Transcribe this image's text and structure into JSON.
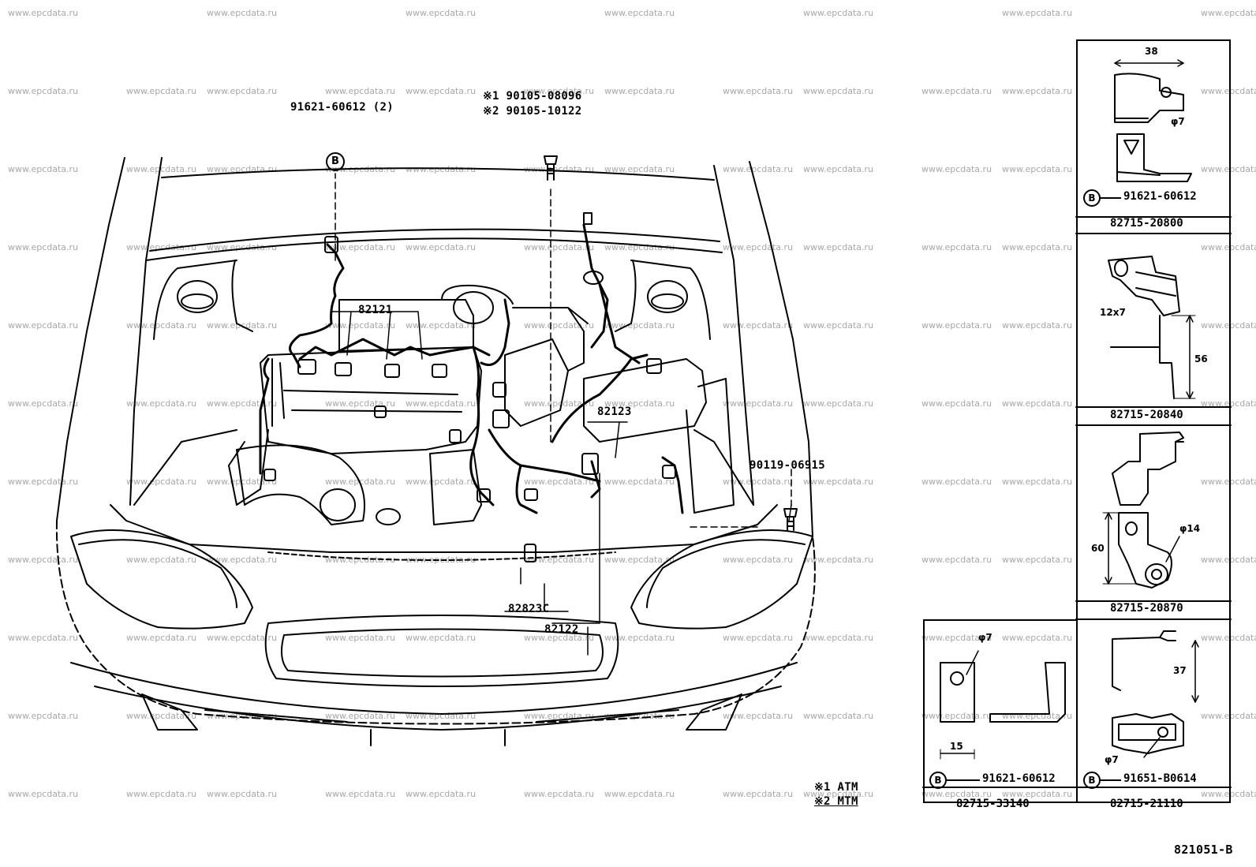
{
  "watermark": "www.epcdata.ru",
  "diagram_code": "821051-B",
  "callouts": {
    "clamp_qty": "91621-60612 (2)",
    "bolt_1": "※1 90105-08096",
    "bolt_2": "※2 90105-10122",
    "harness_a": "82121",
    "harness_b": "82123",
    "bolt_r": "90119-06915",
    "protector": "82823C",
    "harness_c": "82122",
    "b_marker": "B"
  },
  "legend": {
    "atm": "※1 ATM",
    "mtm": "※2 MTM"
  },
  "details": [
    {
      "part": "82715-20800",
      "dims": [
        "38",
        "φ7"
      ],
      "bolt": "91621-60612"
    },
    {
      "part": "82715-20840",
      "dims": [
        "12x7",
        "56"
      ]
    },
    {
      "part": "82715-20870",
      "dims": [
        "60",
        "φ14"
      ]
    },
    {
      "part": "82715-33140",
      "dims": [
        "φ7",
        "15"
      ],
      "bolt": "91621-60612"
    },
    {
      "part": "82715-21110",
      "dims": [
        "37",
        "φ7"
      ],
      "bolt": "91651-B0614"
    }
  ]
}
